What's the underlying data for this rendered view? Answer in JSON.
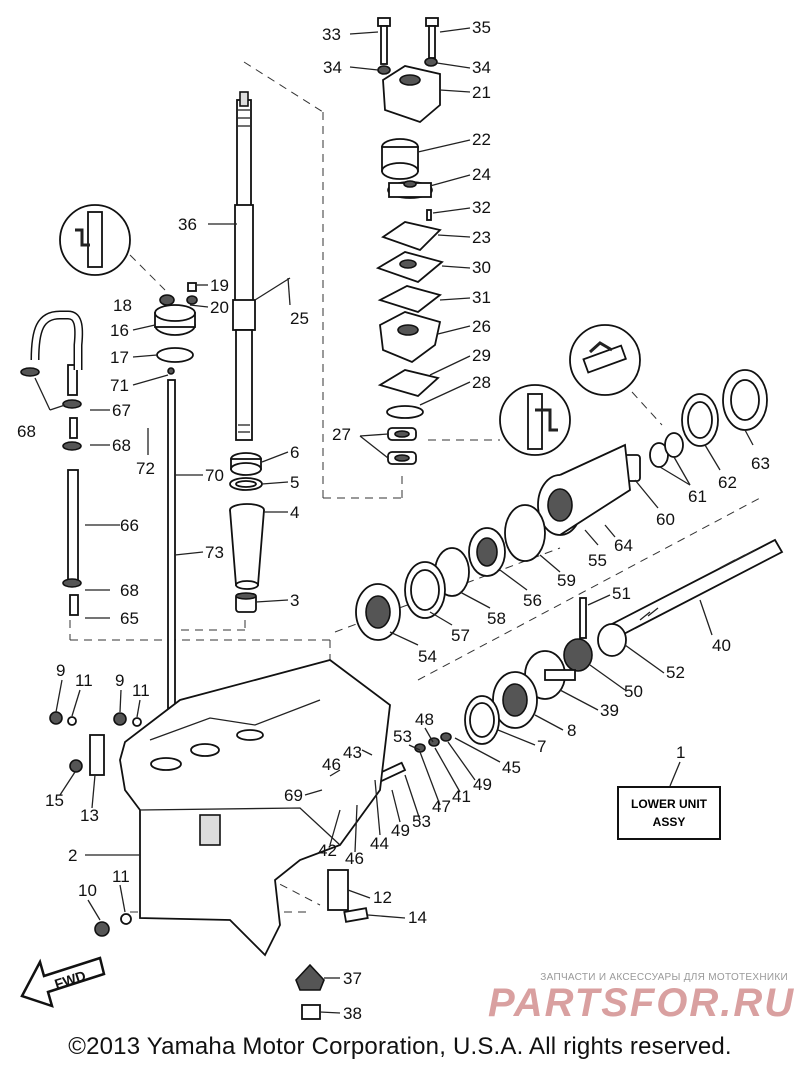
{
  "diagram": {
    "assembly_label_line1": "LOWER UNIT",
    "assembly_label_line2": "ASSY",
    "fwd_label": "FWD",
    "copyright": "©2013 Yamaha Motor Corporation, U.S.A. All rights reserved.",
    "watermark_tagline": "ЗАПЧАСТИ И АКСЕССУАРЫ ДЛЯ МОТОТЕХНИКИ",
    "watermark_logo": "PARTSFOR.RU",
    "part_numbers": [
      "33",
      "35",
      "34",
      "34",
      "21",
      "22",
      "24",
      "32",
      "23",
      "30",
      "31",
      "26",
      "29",
      "28",
      "27",
      "36",
      "19",
      "18",
      "20",
      "25",
      "16",
      "17",
      "71",
      "67",
      "68",
      "68",
      "72",
      "70",
      "6",
      "5",
      "4",
      "66",
      "73",
      "68",
      "65",
      "3",
      "64",
      "60",
      "61",
      "61",
      "62",
      "63",
      "55",
      "59",
      "56",
      "58",
      "57",
      "54",
      "51",
      "40",
      "52",
      "50",
      "39",
      "8",
      "7",
      "45",
      "49",
      "41",
      "47",
      "48",
      "53",
      "43",
      "46",
      "69",
      "49",
      "53",
      "44",
      "46",
      "42",
      "9",
      "11",
      "9",
      "11",
      "15",
      "13",
      "2",
      "10",
      "11",
      "12",
      "14",
      "37",
      "38",
      "1"
    ]
  }
}
